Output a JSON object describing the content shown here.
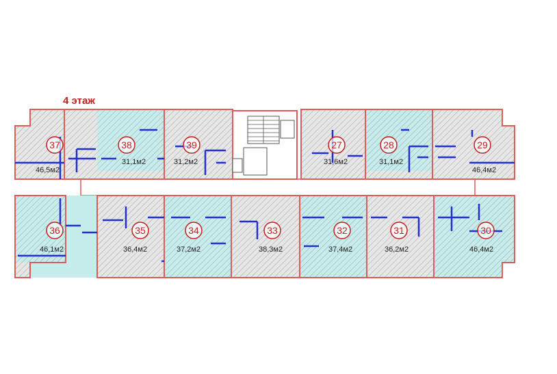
{
  "floor_label": "4 этаж",
  "colors": {
    "wall": "#e05a5a",
    "hatch": "#9a9a9a",
    "grey_fill": "#e6e6e6",
    "cyan_fill": "#c6ecec",
    "partition": "#1f2fd0",
    "label": "#c41e1e",
    "area_text": "#222222"
  },
  "apartments": [
    {
      "number": "37",
      "area": "46,5м2",
      "fill": "grey"
    },
    {
      "number": "38",
      "area": "31,1м2",
      "fill": "cyan"
    },
    {
      "number": "39",
      "area": "31,2м2",
      "fill": "grey"
    },
    {
      "number": "27",
      "area": "31,6м2",
      "fill": "grey"
    },
    {
      "number": "28",
      "area": "31,1м2",
      "fill": "cyan"
    },
    {
      "number": "29",
      "area": "46,4м2",
      "fill": "grey"
    },
    {
      "number": "36",
      "area": "46,1м2",
      "fill": "cyan"
    },
    {
      "number": "35",
      "area": "36,4м2",
      "fill": "grey"
    },
    {
      "number": "34",
      "area": "37,2м2",
      "fill": "cyan"
    },
    {
      "number": "33",
      "area": "38,3м2",
      "fill": "grey"
    },
    {
      "number": "32",
      "area": "37,4м2",
      "fill": "cyan"
    },
    {
      "number": "31",
      "area": "36,2м2",
      "fill": "grey"
    },
    {
      "number": "30",
      "area": "46,4м2",
      "fill": "cyan"
    }
  ]
}
